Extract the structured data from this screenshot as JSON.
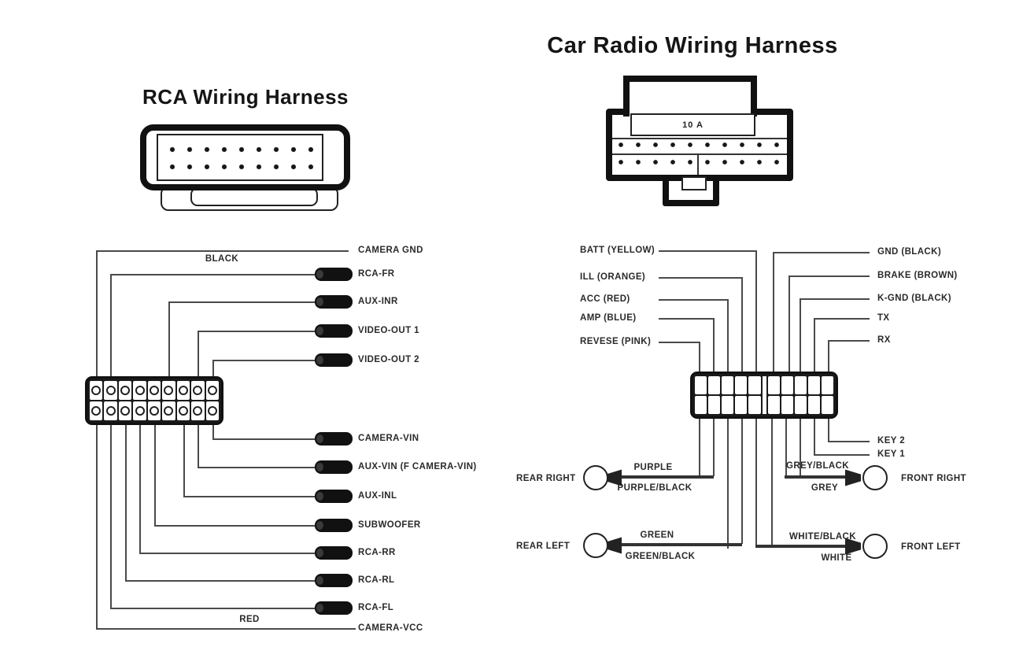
{
  "left_harness": {
    "title": "RCA Wiring Harness",
    "pin_rows": 2,
    "pin_cols": 9,
    "top_labels": [
      "CAMERA GND",
      "RCA-FR",
      "AUX-INR",
      "VIDEO-OUT 1",
      "VIDEO-OUT 2"
    ],
    "bottom_labels": [
      "CAMERA-VIN",
      "AUX-VIN (F CAMERA-VIN)",
      "AUX-INL",
      "SUBWOOFER",
      "RCA-RR",
      "RCA-RL",
      "RCA-FL",
      "CAMERA-VCC"
    ],
    "wire_note_top": "BLACK",
    "wire_note_bottom": "RED"
  },
  "right_harness": {
    "title": "Car Radio Wiring Harness",
    "fuse_label": "10 A",
    "pin_rows": 2,
    "pin_cols": 10,
    "left_labels": [
      "BATT (YELLOW)",
      "ILL (ORANGE)",
      "ACC (RED)",
      "AMP (BLUE)",
      "REVESE (PINK)"
    ],
    "right_labels": [
      "GND (BLACK)",
      "BRAKE (BROWN)",
      "K-GND (BLACK)",
      "TX",
      "RX"
    ],
    "key_labels": [
      "KEY 2",
      "KEY 1"
    ],
    "speakers": [
      {
        "name": "REAR RIGHT",
        "top_wire": "PURPLE",
        "bottom_wire": "PURPLE/BLACK"
      },
      {
        "name": "FRONT RIGHT",
        "top_wire": "GREY/BLACK",
        "bottom_wire": "GREY"
      },
      {
        "name": "REAR LEFT",
        "top_wire": "GREEN",
        "bottom_wire": "GREEN/BLACK"
      },
      {
        "name": "FRONT LEFT",
        "top_wire": "WHITE/BLACK",
        "bottom_wire": "WHITE"
      }
    ]
  },
  "colors": {
    "ink": "#1c1c1c",
    "wire": "#4a4a4a",
    "bg": "#ffffff"
  }
}
